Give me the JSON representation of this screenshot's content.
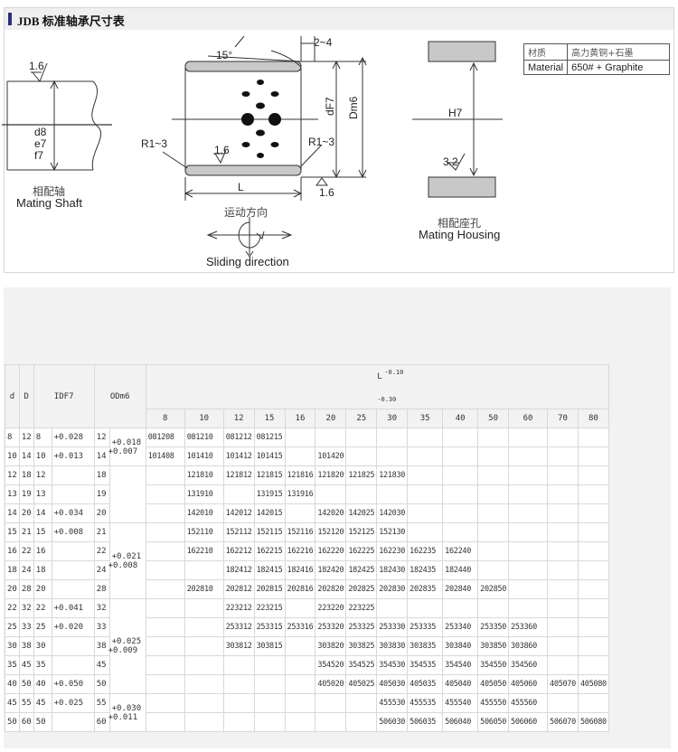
{
  "title": "JDB 标准轴承尺寸表",
  "diagram": {
    "shaft_roughness": "1.6",
    "shaft_tolerances": [
      "d8",
      "e7",
      "f7"
    ],
    "shaft_caption_zh": "相配轴",
    "shaft_caption_en": "Mating Shaft",
    "angle_label": "15°",
    "chamfer_label": "2~4",
    "radius_left": "R1~3",
    "radius_right": "R1~3",
    "inner_roughness": "1.6",
    "outer_roughness": "1.6",
    "bore_label": "dF7",
    "outer_label": "Dm6",
    "length_label": "L",
    "sliding_zh": "运动方向",
    "sliding_en": "Sliding direction",
    "housing_fit": "H7",
    "housing_roughness": "3.2",
    "housing_caption_zh": "相配座孔",
    "housing_caption_en": "Mating Housing"
  },
  "material_table": {
    "row1_label": "材质",
    "row1_value": "高力黄铜+石墨",
    "row2_label": "Material",
    "row2_value": "650# + Graphite"
  },
  "dims_table": {
    "headers": {
      "d": "d",
      "D": "D",
      "IDF7": "IDF7",
      "ODm6": "ODm6",
      "L": "L",
      "L_sup": "-0.10",
      "L_sub": "-0.30"
    },
    "L_values": [
      "8",
      "10",
      "12",
      "15",
      "16",
      "20",
      "25",
      "30",
      "35",
      "40",
      "50",
      "60",
      "70",
      "80"
    ],
    "rows": [
      {
        "d": "8",
        "D": "12",
        "id": "8",
        "idtol": "+0.028",
        "od": "12",
        "codes": [
          "081208",
          "081210",
          "081212",
          "081215",
          "",
          "",
          "",
          "",
          "",
          "",
          "",
          "",
          "",
          ""
        ]
      },
      {
        "d": "10",
        "D": "14",
        "id": "10",
        "idtol": "+0.013",
        "od": "14",
        "codes": [
          "101408",
          "101410",
          "101412",
          "101415",
          "",
          "101420",
          "",
          "",
          "",
          "",
          "",
          "",
          "",
          ""
        ]
      },
      {
        "d": "12",
        "D": "18",
        "id": "12",
        "idtol": "",
        "od": "18",
        "codes": [
          "",
          "121810",
          "121812",
          "121815",
          "121816",
          "121820",
          "121825",
          "121830",
          "",
          "",
          "",
          "",
          "",
          ""
        ]
      },
      {
        "d": "13",
        "D": "19",
        "id": "13",
        "idtol": "",
        "od": "19",
        "codes": [
          "",
          "131910",
          "",
          "131915",
          "131916",
          "",
          "",
          "",
          "",
          "",
          "",
          "",
          "",
          ""
        ]
      },
      {
        "d": "14",
        "D": "20",
        "id": "14",
        "idtol": "+0.034",
        "od": "20",
        "codes": [
          "",
          "142010",
          "142012",
          "142015",
          "",
          "142020",
          "142025",
          "142030",
          "",
          "",
          "",
          "",
          "",
          ""
        ]
      },
      {
        "d": "15",
        "D": "21",
        "id": "15",
        "idtol": "+0.008",
        "od": "21",
        "codes": [
          "",
          "152110",
          "152112",
          "152115",
          "152116",
          "152120",
          "152125",
          "152130",
          "",
          "",
          "",
          "",
          "",
          ""
        ]
      },
      {
        "d": "16",
        "D": "22",
        "id": "16",
        "idtol": "",
        "od": "22",
        "codes": [
          "",
          "162210",
          "162212",
          "162215",
          "162216",
          "162220",
          "162225",
          "162230",
          "162235",
          "162240",
          "",
          "",
          "",
          ""
        ]
      },
      {
        "d": "18",
        "D": "24",
        "id": "18",
        "idtol": "",
        "od": "24",
        "codes": [
          "",
          "",
          "182412",
          "182415",
          "182416",
          "182420",
          "182425",
          "182430",
          "182435",
          "182440",
          "",
          "",
          "",
          ""
        ]
      },
      {
        "d": "20",
        "D": "28",
        "id": "20",
        "idtol": "",
        "od": "28",
        "codes": [
          "",
          "202810",
          "202812",
          "202815",
          "202816",
          "202820",
          "202825",
          "202830",
          "202835",
          "202840",
          "202850",
          "",
          "",
          ""
        ]
      },
      {
        "d": "22",
        "D": "32",
        "id": "22",
        "idtol": "+0.041",
        "od": "32",
        "codes": [
          "",
          "",
          "223212",
          "223215",
          "",
          "223220",
          "223225",
          "",
          "",
          "",
          "",
          "",
          "",
          ""
        ]
      },
      {
        "d": "25",
        "D": "33",
        "id": "25",
        "idtol": "+0.020",
        "od": "33",
        "codes": [
          "",
          "",
          "253312",
          "253315",
          "253316",
          "253320",
          "253325",
          "253330",
          "253335",
          "253340",
          "253350",
          "253360",
          "",
          ""
        ]
      },
      {
        "d": "30",
        "D": "38",
        "id": "30",
        "idtol": "",
        "od": "38",
        "codes": [
          "",
          "",
          "303812",
          "303815",
          "",
          "303820",
          "303825",
          "303830",
          "303835",
          "303840",
          "303850",
          "303860",
          "",
          ""
        ]
      },
      {
        "d": "35",
        "D": "45",
        "id": "35",
        "idtol": "",
        "od": "45",
        "codes": [
          "",
          "",
          "",
          "",
          "",
          "354520",
          "354525",
          "354530",
          "354535",
          "354540",
          "354550",
          "354560",
          "",
          ""
        ]
      },
      {
        "d": "40",
        "D": "50",
        "id": "40",
        "idtol": "+0.050",
        "od": "50",
        "codes": [
          "",
          "",
          "",
          "",
          "",
          "405020",
          "405025",
          "405030",
          "405035",
          "405040",
          "405050",
          "405060",
          "405070",
          "405080"
        ]
      },
      {
        "d": "45",
        "D": "55",
        "id": "45",
        "idtol": "+0.025",
        "od": "55",
        "codes": [
          "",
          "",
          "",
          "",
          "",
          "",
          "",
          "455530",
          "455535",
          "455540",
          "455550",
          "455560",
          "",
          ""
        ]
      },
      {
        "d": "50",
        "D": "60",
        "id": "50",
        "idtol": "",
        "od": "60",
        "codes": [
          "",
          "",
          "",
          "",
          "",
          "",
          "",
          "506030",
          "506035",
          "506040",
          "506050",
          "506060",
          "506070",
          "506080"
        ]
      }
    ],
    "od_tol_groups": [
      {
        "start": 0,
        "span": 2,
        "upper": "+0.018",
        "lower": "+0.007"
      },
      {
        "start": 2,
        "span": 3,
        "upper": "",
        "lower": ""
      },
      {
        "start": 5,
        "span": 4,
        "upper": "+0.021",
        "lower": "+0.008"
      },
      {
        "start": 9,
        "span": 5,
        "upper": "+0.025",
        "lower": "+0.009"
      },
      {
        "start": 14,
        "span": 2,
        "upper": "+0.030",
        "lower": "+0.011"
      }
    ]
  }
}
